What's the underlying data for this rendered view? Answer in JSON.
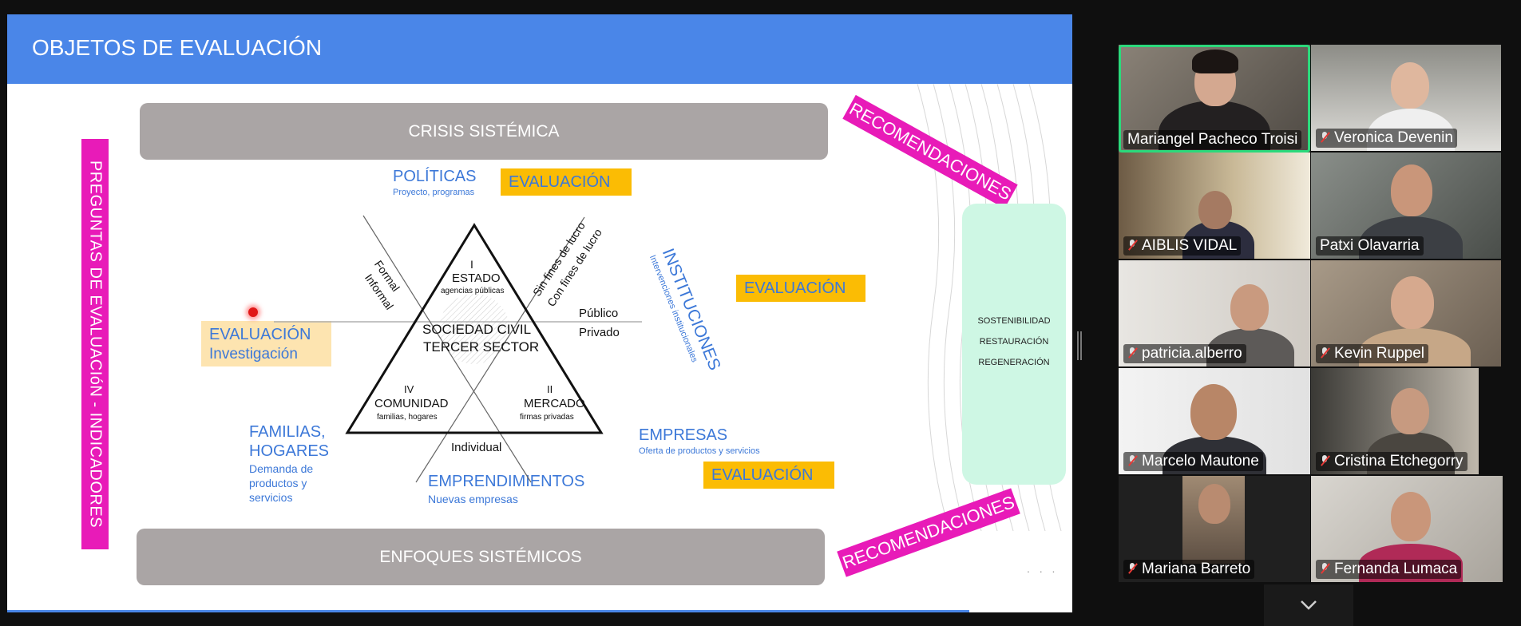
{
  "slide": {
    "title": "OBJETOS DE EVALUACIÓN",
    "vertical_label": "PREGUNTAS DE EVALUACIóN - INDICADORES",
    "top_bar": "CRISIS SISTÉMICA",
    "bottom_bar": "ENFOQUES SISTÉMICOS",
    "recommendations_top": "RECOMENDACIONES",
    "recommendations_bottom": "RECOMENDACIONES",
    "evaluacion_1": "EVALUACIÓN",
    "evaluacion_2": "EVALUACIÓN",
    "evaluacion_3": "EVALUACIÓN",
    "eval_investigacion": {
      "line1": "EVALUACIÓN",
      "line2": "Investigación"
    },
    "politicas": {
      "title": "POLÍTICAS",
      "sub": "Proyecto, programas"
    },
    "instituciones": {
      "title": "INSTITUCIONES",
      "sub": "Intervenciones institucionales"
    },
    "familias": {
      "title1": "FAMILIAS,",
      "title2": "HOGARES",
      "sub1": "Demanda de",
      "sub2": "productos y",
      "sub3": "servicios"
    },
    "empresas": {
      "title": "EMPRESAS",
      "sub": "Oferta de productos y servicios"
    },
    "emprendimientos": {
      "title": "EMPRENDIMIENTOS",
      "sub": "Nuevas empresas"
    },
    "triangle": {
      "estado_num": "I",
      "estado": "ESTADO",
      "estado_sub": "agencias públicas",
      "center1": "SOCIEDAD CIVIL",
      "center2": "TERCER SECTOR",
      "comunidad_num": "IV",
      "comunidad": "COMUNIDAD",
      "comunidad_sub": "familias, hogares",
      "mercado_num": "II",
      "mercado": "MERCADO",
      "mercado_sub": "firmas privadas",
      "formal": "Formal",
      "informal": "Informal",
      "sin_fines": "Sin fines de lucro",
      "con_fines": "Con fines de lucro",
      "publico": "Público",
      "privado": "Privado",
      "individual": "Individual"
    },
    "green_panel": [
      "SOSTENIBILIDAD",
      "RESTAURACIÓN",
      "REGENERACIÓN"
    ],
    "page_dots": ". . ."
  },
  "participants": [
    {
      "name": "Mariangel Pacheco Troisi",
      "muted": false,
      "active": true
    },
    {
      "name": "Veronica Devenin",
      "muted": true
    },
    {
      "name": "AIBLIS VIDAL",
      "muted": true
    },
    {
      "name": "Patxi Olavarria",
      "muted": false
    },
    {
      "name": "patricia.alberro",
      "muted": true
    },
    {
      "name": "Kevin Ruppel",
      "muted": true
    },
    {
      "name": "Marcelo Mautone",
      "muted": true
    },
    {
      "name": "Cristina Etchegorry",
      "muted": true
    },
    {
      "name": "Mariana Barreto",
      "muted": true
    },
    {
      "name": "Fernanda Lumaca",
      "muted": true
    }
  ],
  "colors": {
    "header_blue": "#4a86e8",
    "magenta": "#e81bb8",
    "gold": "#fbbc04",
    "mint": "#cef7e4",
    "active_border": "#2bd97b"
  },
  "icons": [
    "muted-mic-icon",
    "chevron-down-icon",
    "splitter-handle-icon",
    "laser-pointer-icon"
  ]
}
